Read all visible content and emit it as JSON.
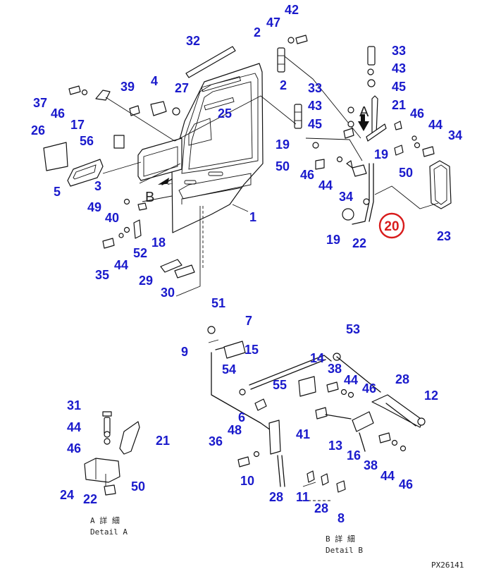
{
  "callouts": [
    {
      "id": "c42",
      "label": "42"
    },
    {
      "id": "c47",
      "label": "47"
    },
    {
      "id": "c2a",
      "label": "2"
    },
    {
      "id": "c32",
      "label": "32"
    },
    {
      "id": "c33a",
      "label": "33"
    },
    {
      "id": "c43a",
      "label": "43"
    },
    {
      "id": "c45a",
      "label": "45"
    },
    {
      "id": "c4",
      "label": "4"
    },
    {
      "id": "c39",
      "label": "39"
    },
    {
      "id": "c27",
      "label": "27"
    },
    {
      "id": "c2b",
      "label": "2"
    },
    {
      "id": "c33b",
      "label": "33"
    },
    {
      "id": "c43b",
      "label": "43"
    },
    {
      "id": "c45b",
      "label": "45"
    },
    {
      "id": "c21a",
      "label": "21"
    },
    {
      "id": "c46a",
      "label": "46"
    },
    {
      "id": "c44a",
      "label": "44"
    },
    {
      "id": "c34a",
      "label": "34"
    },
    {
      "id": "c37",
      "label": "37"
    },
    {
      "id": "c46b",
      "label": "46"
    },
    {
      "id": "c17",
      "label": "17"
    },
    {
      "id": "c25",
      "label": "25"
    },
    {
      "id": "c26",
      "label": "26"
    },
    {
      "id": "c56",
      "label": "56"
    },
    {
      "id": "c19a",
      "label": "19"
    },
    {
      "id": "c19b",
      "label": "19"
    },
    {
      "id": "c50a",
      "label": "50"
    },
    {
      "id": "c50b",
      "label": "50"
    },
    {
      "id": "c46c",
      "label": "46"
    },
    {
      "id": "c44b",
      "label": "44"
    },
    {
      "id": "c34b",
      "label": "34"
    },
    {
      "id": "c5",
      "label": "5"
    },
    {
      "id": "c3",
      "label": "3"
    },
    {
      "id": "c49",
      "label": "49"
    },
    {
      "id": "c40",
      "label": "40"
    },
    {
      "id": "c1",
      "label": "1"
    },
    {
      "id": "c19c",
      "label": "19"
    },
    {
      "id": "c22a",
      "label": "22"
    },
    {
      "id": "c23",
      "label": "23"
    },
    {
      "id": "c52",
      "label": "52"
    },
    {
      "id": "c18",
      "label": "18"
    },
    {
      "id": "c35",
      "label": "35"
    },
    {
      "id": "c44c",
      "label": "44"
    },
    {
      "id": "c29",
      "label": "29"
    },
    {
      "id": "c30",
      "label": "30"
    },
    {
      "id": "c51",
      "label": "51"
    },
    {
      "id": "c7",
      "label": "7"
    },
    {
      "id": "c9",
      "label": "9"
    },
    {
      "id": "c15",
      "label": "15"
    },
    {
      "id": "c53",
      "label": "53"
    },
    {
      "id": "c14",
      "label": "14"
    },
    {
      "id": "c54",
      "label": "54"
    },
    {
      "id": "c55",
      "label": "55"
    },
    {
      "id": "c38a",
      "label": "38"
    },
    {
      "id": "c44d",
      "label": "44"
    },
    {
      "id": "c46d",
      "label": "46"
    },
    {
      "id": "c28a",
      "label": "28"
    },
    {
      "id": "c12",
      "label": "12"
    },
    {
      "id": "c31",
      "label": "31"
    },
    {
      "id": "c44e",
      "label": "44"
    },
    {
      "id": "c46e",
      "label": "46"
    },
    {
      "id": "c21b",
      "label": "21"
    },
    {
      "id": "c6",
      "label": "6"
    },
    {
      "id": "c48",
      "label": "48"
    },
    {
      "id": "c41",
      "label": "41"
    },
    {
      "id": "c13",
      "label": "13"
    },
    {
      "id": "c16",
      "label": "16"
    },
    {
      "id": "c38b",
      "label": "38"
    },
    {
      "id": "c36",
      "label": "36"
    },
    {
      "id": "c44f",
      "label": "44"
    },
    {
      "id": "c46f",
      "label": "46"
    },
    {
      "id": "c24",
      "label": "24"
    },
    {
      "id": "c22b",
      "label": "22"
    },
    {
      "id": "c50c",
      "label": "50"
    },
    {
      "id": "c10",
      "label": "10"
    },
    {
      "id": "c28b",
      "label": "28"
    },
    {
      "id": "c11",
      "label": "11"
    },
    {
      "id": "c28c",
      "label": "28"
    },
    {
      "id": "c8",
      "label": "8"
    }
  ],
  "highlight": {
    "label": "20",
    "color": "#d81b1b"
  },
  "view_markers": {
    "a": "A",
    "b": "B"
  },
  "details": {
    "a": {
      "line1": "A 詳 細",
      "line2": "Detail A"
    },
    "b": {
      "line1": "B 詳 細",
      "line2": "Detail B"
    }
  },
  "corner_code": "PX26141",
  "colors": {
    "callout": "#1a1acc",
    "line": "#111111"
  }
}
